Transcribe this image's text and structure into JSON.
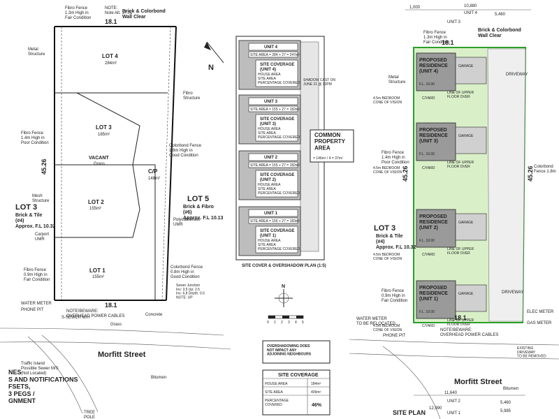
{
  "left_plan": {
    "top_frontage": "18.1",
    "bottom_frontage": "18.1",
    "side_length": "45.26",
    "top_fence_note": "Fibro Fence\n1.3m High in\nFair Condition",
    "top_note": "NOTE:\nNote Alt. 17.01",
    "top_wall": "Brick & Colorbond\nWall Clear",
    "metal_structure": "Metal\nStructure",
    "fibro_structure": "Fibro\nStructure",
    "fibro_fence_mid": "Fibro Fence\n1.4m High in\nPoor Condition",
    "colorbond_fence_mid": "Colorbond Fence\n1.8m High in\nGood Condition",
    "mesh_structure": "Mesh\nStructure",
    "polycarb": "Polycarbonate\nUMR",
    "carport": "Carport\nUMR",
    "fibro_fence_low": "Fibro Fence\n0.9m High in\nFair Condition",
    "colorbond_fence_low": "Colorbond Fence\n0.8m High in\nGood Condition",
    "sewer_junction": "Sewer Junction\nInv: 3.5 Up: 2.5\nInv: 6.8 Depth: 0.6\nNOTE: UP",
    "water_meter": "WATER METER",
    "phone_pit": "PHONE PIT",
    "sewer_label": "S-SEWER M/H",
    "overhead": "NOTE!BEWARE:\nOVERHEAD POWER CABLES",
    "grass": "Grass",
    "concrete": "Concrete",
    "street": "Morfitt Street",
    "traffic_island": "Traffic Island\nPossible Sewer M/S\n(Not Located)",
    "bitumen": "Bitumen",
    "cp_label": "C/P",
    "cp_area": "148m²",
    "north": "N",
    "lots": [
      {
        "name": "LOT 4",
        "area": "284m²"
      },
      {
        "name": "LOT 3",
        "area": "185m²"
      },
      {
        "name": "VACANT",
        "area": "Grass"
      },
      {
        "name": "LOT 2",
        "area": "155m²"
      },
      {
        "name": "LOT 1",
        "area": "155m²"
      }
    ],
    "lot5": {
      "name": "LOT 5",
      "desc": "Brick & Fibro\n(#6)\nApprox. F.L 10.13"
    },
    "lot3_side": {
      "name": "LOT 3",
      "desc": "Brick & Tile\n(#4)\nApprox. F.L 10.32"
    },
    "notes_fragment": "NES\nS AND NOTIFICATIONS\nFSETS,\n3 PEGS /\nGNMENT",
    "tree": "TREE\nPOLE"
  },
  "middle_plan": {
    "caption": "SITE COVER & OVERSHADOW PLAN (1:5)",
    "units": [
      {
        "unit": "UNIT 4",
        "site_area": "SITE AREA = 284 + 27 = 247m²",
        "cov": "SITE COVERAGE\n(UNIT 4)",
        "rows": [
          "HOUSE AREA",
          "SITE AREA",
          "PERCENTAGE COVERED"
        ]
      },
      {
        "unit": "UNIT 3",
        "site_area": "SITE AREA = 155 + 27 = 182m²",
        "cov": "SITE COVERAGE\n(UNIT 3)",
        "rows": [
          "HOUSE AREA",
          "SITE AREA",
          "PERCENTAGE COVERED"
        ]
      },
      {
        "unit": "UNIT 2",
        "site_area": "SITE AREA = 155 + 27 = 182m²",
        "cov": "SITE COVERAGE\n(UNIT 2)",
        "rows": [
          "HOUSE AREA",
          "SITE AREA",
          "PERCENTAGE COVERED"
        ]
      },
      {
        "unit": "UNIT 1",
        "site_area": "SITE AREA = 156 + 27 = 183m²",
        "cov": "SITE COVERAGE\n(UNIT 1)",
        "rows": [
          "HOUSE AREA",
          "SITE AREA",
          "PERCENTAGE COVERED"
        ]
      }
    ],
    "common": {
      "title": "COMMON\nPROPERTY\nAREA",
      "value": "= 146m² / 4 = 37m²"
    },
    "shadow_note": "SHADOW CAST ON\nJUNE 21 @ 12PM",
    "overshadow": "OVERSHADOWING DOES\nNOT IMPACT ANY\nADJOINING NEIGHBOURS",
    "scale_nums": [
      "0",
      "1",
      "2",
      "3",
      "4",
      "5"
    ],
    "north": "N",
    "coverage": {
      "title": "SITE COVERAGE",
      "rows": [
        {
          "label": "HOUSE AREA",
          "value": "184m²"
        },
        {
          "label": "SITE AREA",
          "value": "409m²"
        },
        {
          "label": "PERCENTAGE\nCOVERED",
          "value": "46%"
        }
      ]
    }
  },
  "right_plan": {
    "top_dims": [
      "1,000",
      "10,880",
      "5,460"
    ],
    "top_unit": "UNIT 4",
    "top_unit3": "UNIT 3",
    "frontage": "18.1",
    "side_length": "45.26",
    "top_fence_note": "Fibro Fence\n1.3m High in\nFair Condition",
    "top_wall": "Brick & Colorbond\nWall Clear",
    "metal_structure": "Metal\nStructure",
    "residences": [
      {
        "name": "PROPOSED\nRESIDENCE\n(UNIT 4)",
        "fl": "F.L. 10.00"
      },
      {
        "name": "PROPOSED\nRESIDENCE\n(UNIT 3)",
        "fl": "F.L. 10.00"
      },
      {
        "name": "PROPOSED\nRESIDENCE\n(UNIT 2)",
        "fl": "F.L. 10.00"
      },
      {
        "name": "PROPOSED\nRESIDENCE\n(UNIT 1)",
        "fl": "F.L. 10.00"
      }
    ],
    "garage": "GARAGE",
    "cyard": "C/YARD",
    "upper": "LINE OF UPPER\nFLOOR OVER",
    "bedroom": "4.5m BEDROOM\nCONE OF VISION",
    "driveway": "DRIVEWAY",
    "lot3": {
      "name": "LOT 3",
      "desc": "Brick & Tile\n(#4)\nApprox. F.L 10.32"
    },
    "fibro_mid": "Fibro Fence\n1.4m High in\nPoor Condition",
    "fibro_low": "Fibro Fence\n0.9m High in\nFair Condition",
    "colorbond": "Colorbond\nFence 1.8m",
    "water_meter": "WATER METER\nTO BE RELOCATED",
    "phone_pit": "PHONE PIT",
    "overhead": "NOTE!BEWARE:\nOVERHEAD POWER CABLES",
    "street": "Morfitt Street",
    "site_plan": "SITE PLAN",
    "bitumen": "Bitumen",
    "bottom_dims": [
      "11,640",
      "12,990",
      "5,460",
      "5,985"
    ],
    "bottom_units": [
      "UNIT 2",
      "UNIT 1"
    ],
    "elec": "ELEC METER",
    "gas": "GAS METER",
    "note_existing": "EXISTING\nDRIVEWAY\nTO BE REMOVED"
  }
}
